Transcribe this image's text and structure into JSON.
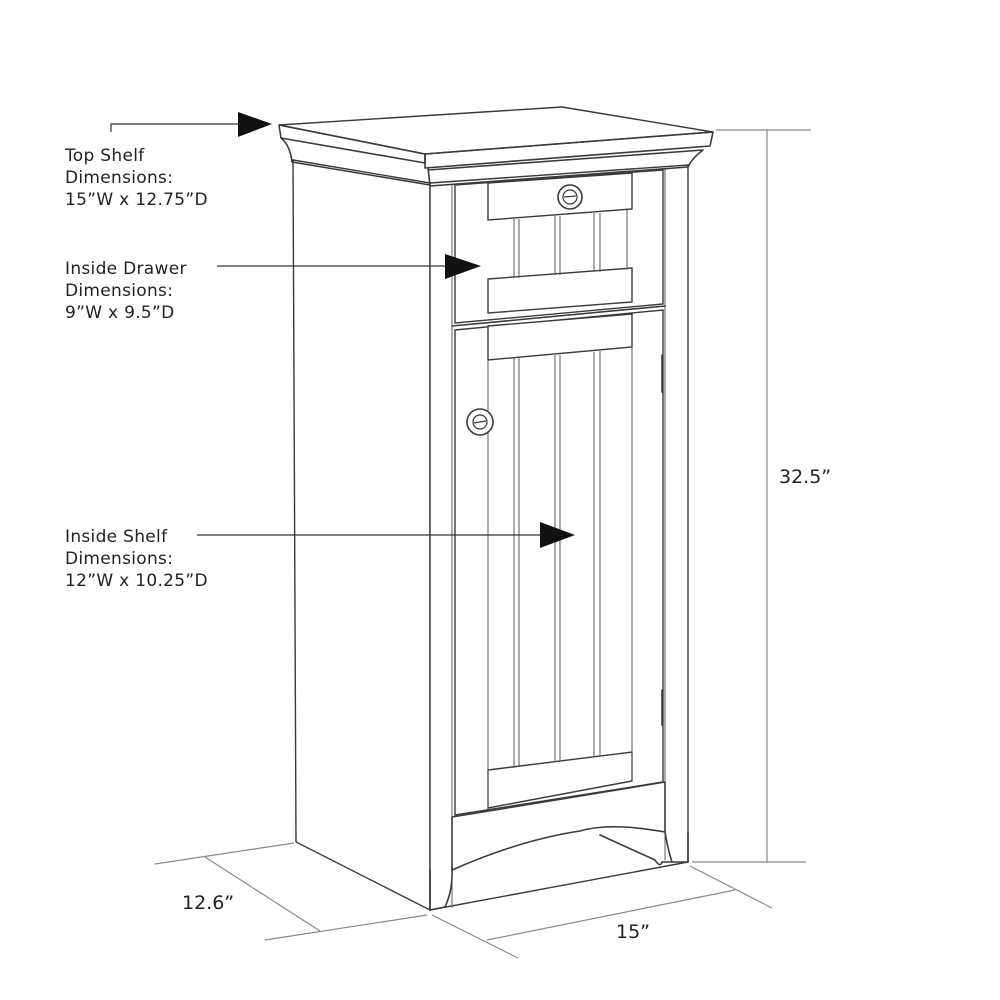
{
  "callouts": [
    {
      "id": "top-shelf",
      "title": "Top Shelf",
      "subtitle": "Dimensions:",
      "value": "15”W x 12.75”D"
    },
    {
      "id": "inside-drawer",
      "title": "Inside Drawer",
      "subtitle": "Dimensions:",
      "value": "9”W x 9.5”D"
    },
    {
      "id": "inside-shelf",
      "title": "Inside Shelf",
      "subtitle": "Dimensions:",
      "value": "12”W x 10.25”D"
    }
  ],
  "dimensions": {
    "height": "32.5”",
    "depth": "12.6”",
    "width": "15”"
  },
  "colors": {
    "line": "#3a3a3a",
    "dimension_line": "#8a8a8a",
    "arrow": "#111111",
    "text": "#222222",
    "background": "#ffffff"
  }
}
